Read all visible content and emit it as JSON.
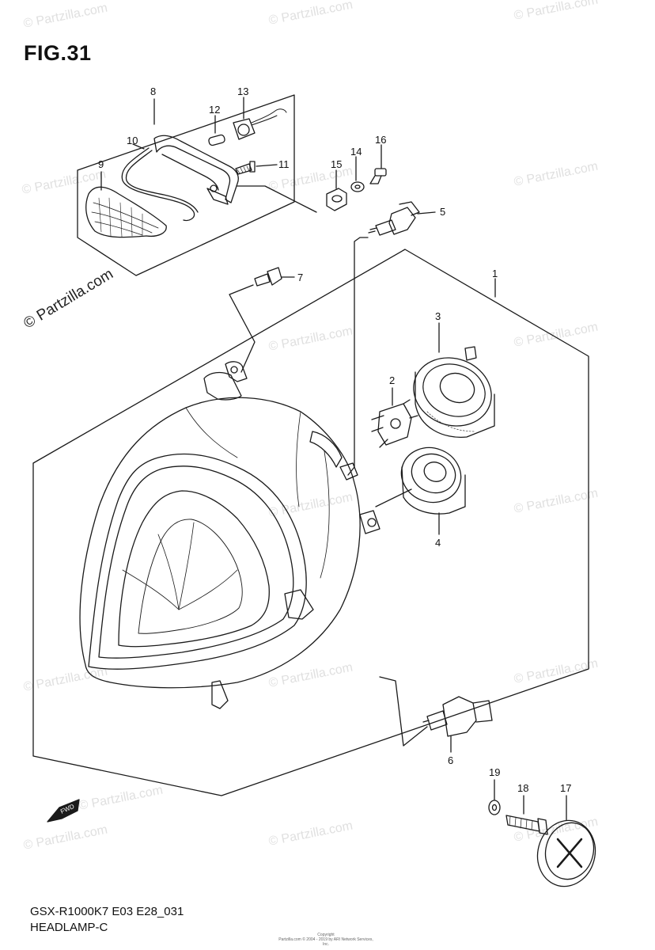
{
  "figure": {
    "title": "FIG.31",
    "model_code": "GSX-R1000K7 E03 E28_031",
    "section_name": "HEADLAMP-C",
    "copyright_lines": [
      "Copyright",
      "Partzilla.com © 2004 - 2019 by ARI Network Services, Inc."
    ]
  },
  "watermark": {
    "text": "© Partzilla.com",
    "primary_text": "© Partzilla.com"
  },
  "callouts": {
    "c1": "1",
    "c2": "2",
    "c3": "3",
    "c4": "4",
    "c5": "5",
    "c6": "6",
    "c7": "7",
    "c8": "8",
    "c9": "9",
    "c10": "10",
    "c11": "11",
    "c12": "12",
    "c13": "13",
    "c14": "14",
    "c15": "15",
    "c16": "16",
    "c17": "17",
    "c18": "18",
    "c19": "19"
  },
  "direction_arrow": {
    "label": "FWD"
  },
  "colors": {
    "line": "#1a1a1a",
    "watermark": "#e0e0e0",
    "background": "#ffffff"
  }
}
